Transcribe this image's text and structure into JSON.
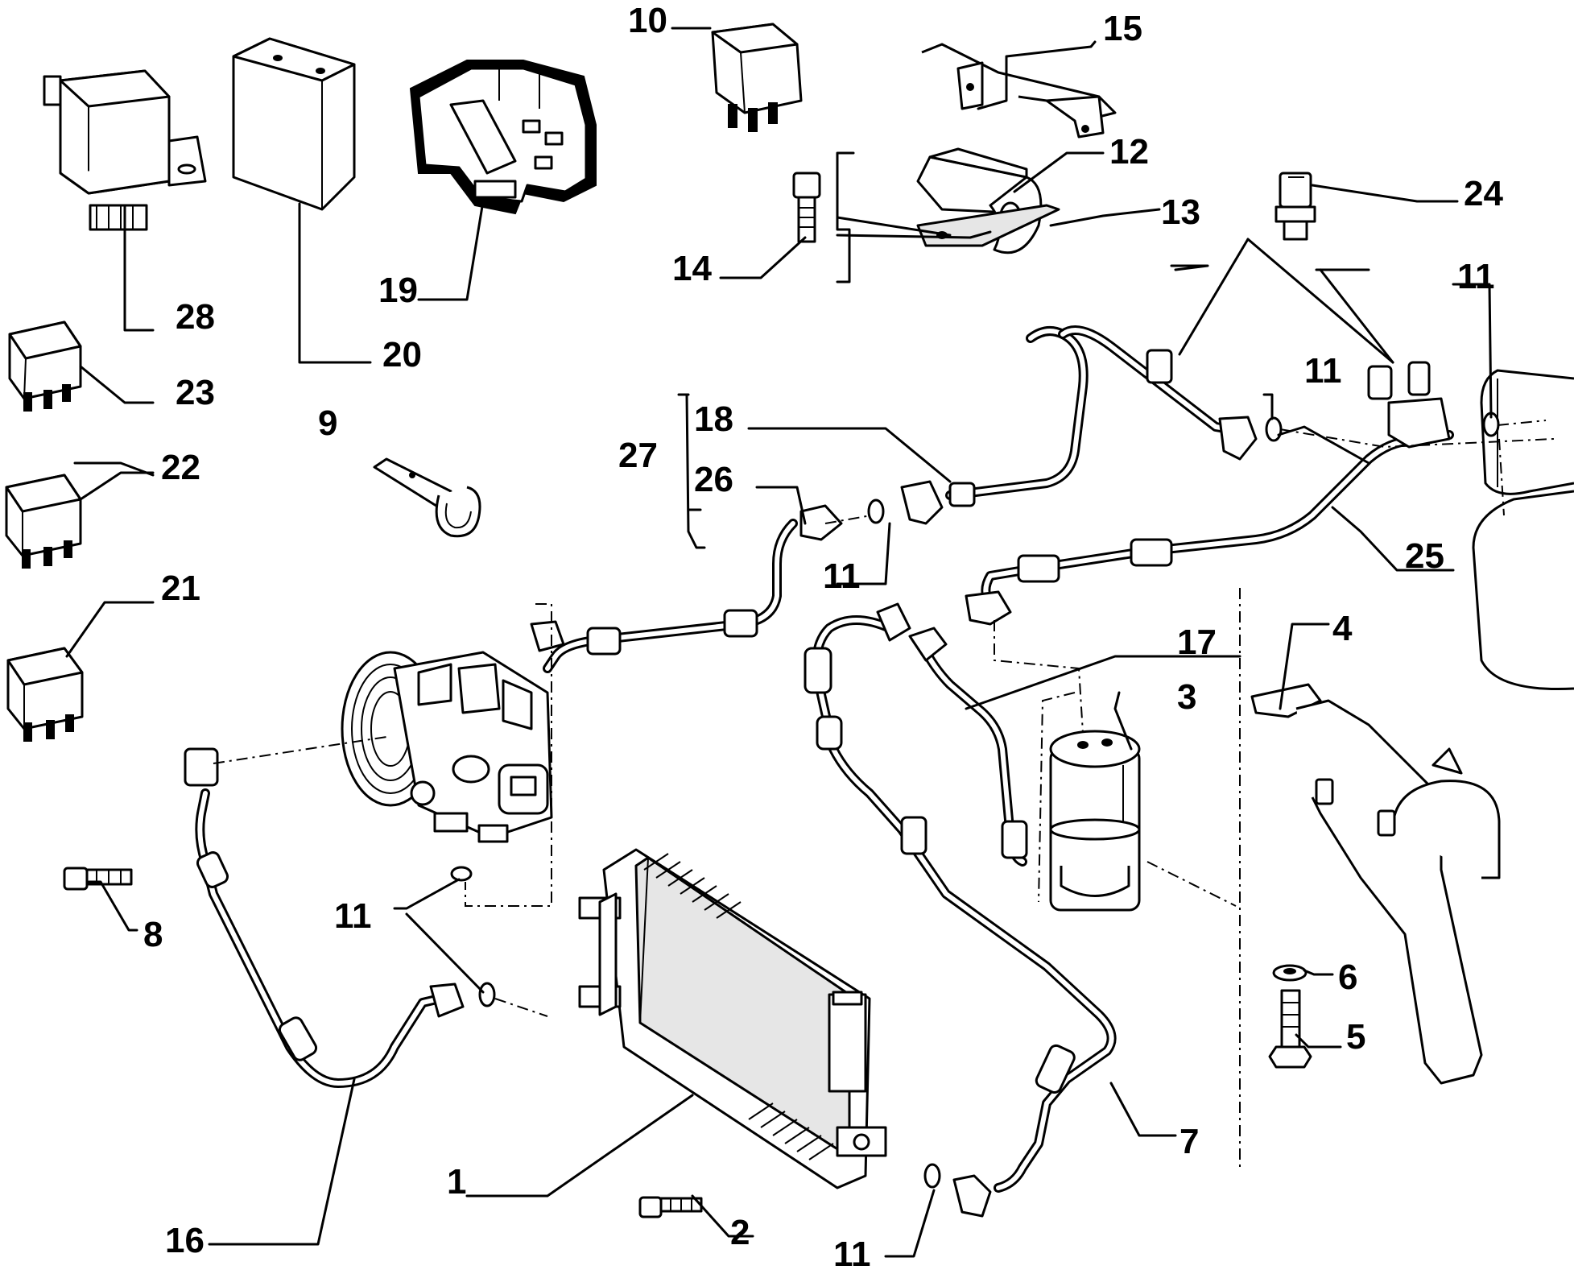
{
  "callouts": [
    {
      "id": "c1",
      "text": "1"
    },
    {
      "id": "c2",
      "text": "2"
    },
    {
      "id": "c3",
      "text": "3"
    },
    {
      "id": "c4",
      "text": "4"
    },
    {
      "id": "c5",
      "text": "5"
    },
    {
      "id": "c6",
      "text": "6"
    },
    {
      "id": "c7",
      "text": "7"
    },
    {
      "id": "c8",
      "text": "8"
    },
    {
      "id": "c9",
      "text": "9"
    },
    {
      "id": "c10",
      "text": "10"
    },
    {
      "id": "c11a",
      "text": "11"
    },
    {
      "id": "c11b",
      "text": "11"
    },
    {
      "id": "c11c",
      "text": "11"
    },
    {
      "id": "c11d",
      "text": "11"
    },
    {
      "id": "c11e",
      "text": "11"
    },
    {
      "id": "c12",
      "text": "12"
    },
    {
      "id": "c13",
      "text": "13"
    },
    {
      "id": "c14",
      "text": "14"
    },
    {
      "id": "c15",
      "text": "15"
    },
    {
      "id": "c16",
      "text": "16"
    },
    {
      "id": "c17",
      "text": "17"
    },
    {
      "id": "c18",
      "text": "18"
    },
    {
      "id": "c19",
      "text": "19"
    },
    {
      "id": "c20",
      "text": "20"
    },
    {
      "id": "c21",
      "text": "21"
    },
    {
      "id": "c22",
      "text": "22"
    },
    {
      "id": "c23",
      "text": "23"
    },
    {
      "id": "c24",
      "text": "24"
    },
    {
      "id": "c25",
      "text": "25"
    },
    {
      "id": "c26",
      "text": "26"
    },
    {
      "id": "c27",
      "text": "27"
    },
    {
      "id": "c28",
      "text": "28"
    }
  ]
}
